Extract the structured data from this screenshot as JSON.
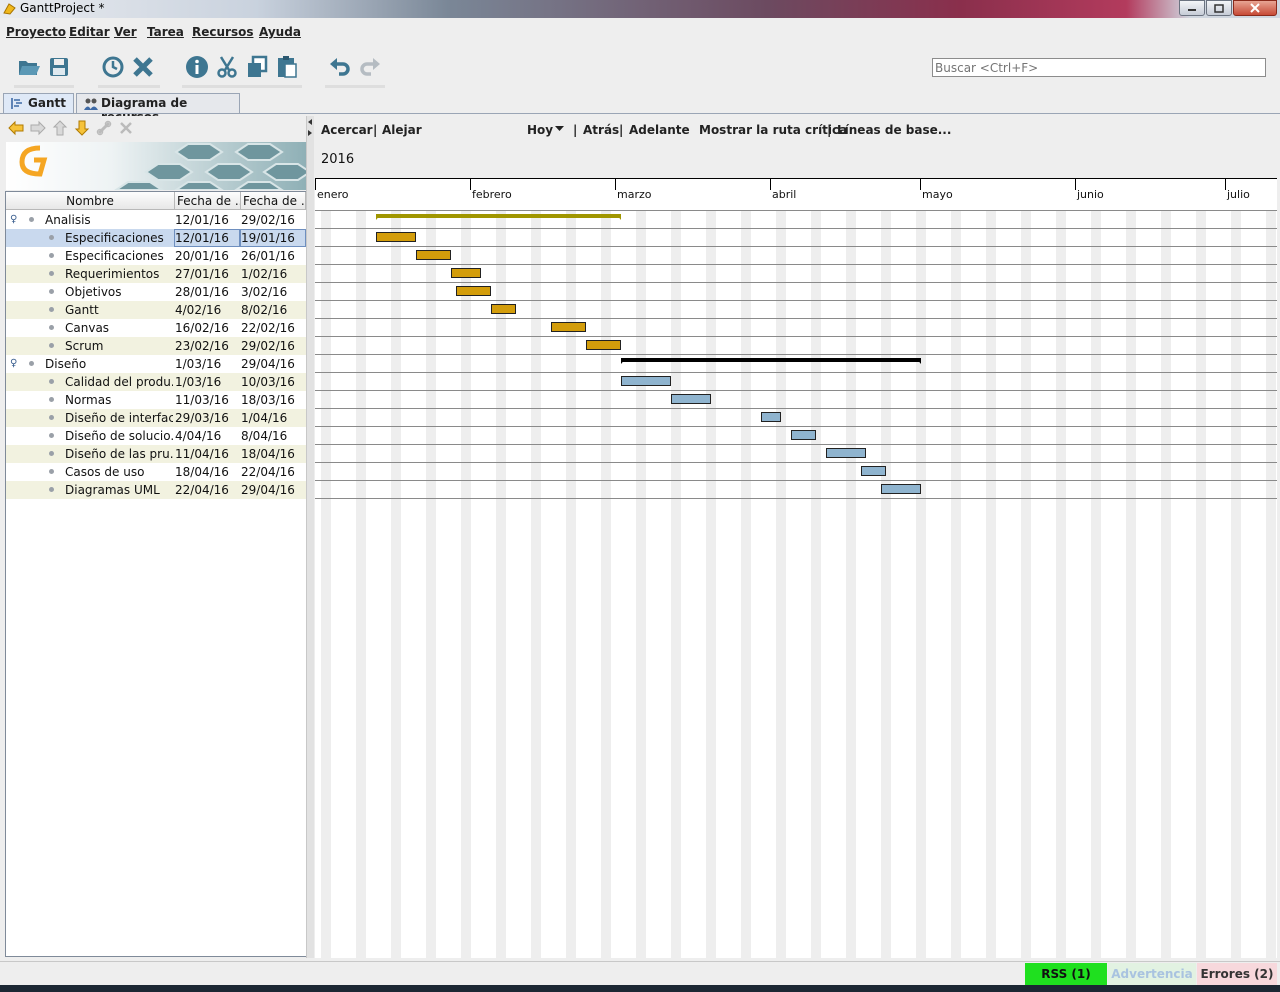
{
  "window": {
    "title": "GanttProject *"
  },
  "menu": [
    "Proyecto",
    "Editar",
    "Ver",
    "Tarea",
    "Recursos",
    "Ayuda"
  ],
  "search": {
    "placeholder": "Buscar <Ctrl+F>"
  },
  "tabs": [
    {
      "label": "Gantt",
      "active": true
    },
    {
      "label": "Diagrama de recursos",
      "active": false
    }
  ],
  "table": {
    "columns": [
      "Nombre",
      "Fecha de ...",
      "Fecha de ..."
    ],
    "rows": [
      {
        "name": "Analisis",
        "start": "12/01/16",
        "end": "29/02/16",
        "level": 0,
        "group": true
      },
      {
        "name": "Especificaciones",
        "start": "12/01/16",
        "end": "19/01/16",
        "level": 1,
        "selected": true
      },
      {
        "name": "Especificaciones",
        "start": "20/01/16",
        "end": "26/01/16",
        "level": 1
      },
      {
        "name": "Requerimientos",
        "start": "27/01/16",
        "end": "1/02/16",
        "level": 1
      },
      {
        "name": "Objetivos",
        "start": "28/01/16",
        "end": "3/02/16",
        "level": 1
      },
      {
        "name": "Gantt",
        "start": "4/02/16",
        "end": "8/02/16",
        "level": 1
      },
      {
        "name": "Canvas",
        "start": "16/02/16",
        "end": "22/02/16",
        "level": 1
      },
      {
        "name": "Scrum",
        "start": "23/02/16",
        "end": "29/02/16",
        "level": 1
      },
      {
        "name": "Diseño",
        "start": "1/03/16",
        "end": "29/04/16",
        "level": 0,
        "group": true
      },
      {
        "name": "Calidad del produ...",
        "start": "1/03/16",
        "end": "10/03/16",
        "level": 1
      },
      {
        "name": "Normas",
        "start": "11/03/16",
        "end": "18/03/16",
        "level": 1
      },
      {
        "name": "Diseño de interfac...",
        "start": "29/03/16",
        "end": "1/04/16",
        "level": 1
      },
      {
        "name": "Diseño de solucio...",
        "start": "4/04/16",
        "end": "8/04/16",
        "level": 1
      },
      {
        "name": "Diseño de las pru...",
        "start": "11/04/16",
        "end": "18/04/16",
        "level": 1
      },
      {
        "name": "Casos de uso",
        "start": "18/04/16",
        "end": "22/04/16",
        "level": 1
      },
      {
        "name": "Diagramas UML",
        "start": "22/04/16",
        "end": "29/04/16",
        "level": 1
      }
    ]
  },
  "chart_toolbar": {
    "zoom_in": "Acercar",
    "zoom_out": "Alejar",
    "today": "Hoy",
    "back": "Atrás",
    "forward": "Adelante",
    "critical_path": "Mostrar la ruta crítica",
    "baselines": "Líneas de base...",
    "sep": "|"
  },
  "timeline": {
    "year": "2016",
    "months": [
      "enero",
      "febrero",
      "marzo",
      "abril",
      "mayo",
      "junio",
      "julio"
    ]
  },
  "chart_data": {
    "type": "gantt",
    "bars": [
      {
        "row": 0,
        "start": "2016-01-12",
        "end": "2016-02-29",
        "kind": "summary",
        "color": "#a09600"
      },
      {
        "row": 1,
        "start": "2016-01-12",
        "end": "2016-01-19",
        "kind": "task",
        "color": "#d39d0b"
      },
      {
        "row": 2,
        "start": "2016-01-20",
        "end": "2016-01-26",
        "kind": "task",
        "color": "#d39d0b"
      },
      {
        "row": 3,
        "start": "2016-01-27",
        "end": "2016-02-01",
        "kind": "task",
        "color": "#d39d0b"
      },
      {
        "row": 4,
        "start": "2016-01-28",
        "end": "2016-02-03",
        "kind": "task",
        "color": "#d39d0b"
      },
      {
        "row": 5,
        "start": "2016-02-04",
        "end": "2016-02-08",
        "kind": "task",
        "color": "#d39d0b"
      },
      {
        "row": 6,
        "start": "2016-02-16",
        "end": "2016-02-22",
        "kind": "task",
        "color": "#d39d0b"
      },
      {
        "row": 7,
        "start": "2016-02-23",
        "end": "2016-02-29",
        "kind": "task",
        "color": "#d39d0b"
      },
      {
        "row": 8,
        "start": "2016-03-01",
        "end": "2016-04-29",
        "kind": "summary",
        "color": "#000000"
      },
      {
        "row": 9,
        "start": "2016-03-01",
        "end": "2016-03-10",
        "kind": "task",
        "color": "#8fb4cf"
      },
      {
        "row": 10,
        "start": "2016-03-11",
        "end": "2016-03-18",
        "kind": "task",
        "color": "#8fb4cf"
      },
      {
        "row": 11,
        "start": "2016-03-29",
        "end": "2016-04-01",
        "kind": "task",
        "color": "#8fb4cf"
      },
      {
        "row": 12,
        "start": "2016-04-04",
        "end": "2016-04-08",
        "kind": "task",
        "color": "#8fb4cf"
      },
      {
        "row": 13,
        "start": "2016-04-11",
        "end": "2016-04-18",
        "kind": "task",
        "color": "#8fb4cf"
      },
      {
        "row": 14,
        "start": "2016-04-18",
        "end": "2016-04-22",
        "kind": "task",
        "color": "#8fb4cf"
      },
      {
        "row": 15,
        "start": "2016-04-22",
        "end": "2016-04-29",
        "kind": "task",
        "color": "#8fb4cf"
      }
    ]
  },
  "status": {
    "rss": "RSS (1)",
    "warning": "Advertencia",
    "errors": "Errores (2)",
    "colors": {
      "rss": "#1fe01f",
      "warning": "#e2f2e2",
      "errors": "#f7d8dc"
    }
  }
}
